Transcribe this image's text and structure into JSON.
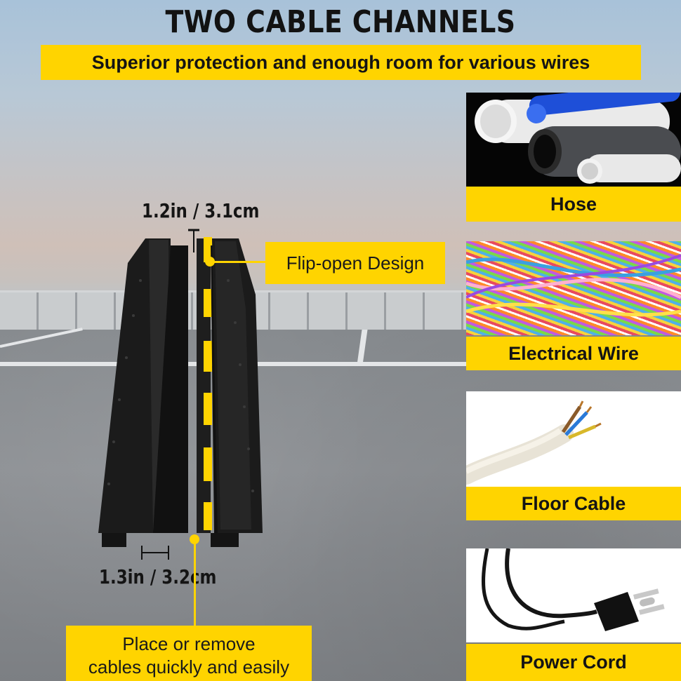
{
  "title": "TWO CABLE CHANNELS",
  "subtitle": "Superior protection and enough room for various wires",
  "dimensions": {
    "top": "1.2in / 3.1cm",
    "bottom": "1.3in / 3.2cm"
  },
  "callouts": {
    "flip_open": "Flip-open Design",
    "place_remove_line1": "Place or remove",
    "place_remove_line2": "cables quickly and easily"
  },
  "cards": [
    {
      "label": "Hose",
      "icon": "pipes-photo"
    },
    {
      "label": "Electrical Wire",
      "icon": "wires-photo"
    },
    {
      "label": "Floor Cable",
      "icon": "floor-cable-photo"
    },
    {
      "label": "Power Cord",
      "icon": "power-cord-photo"
    }
  ],
  "colors": {
    "accent_yellow": "#ffd400",
    "ramp_black": "#1c1c1c"
  }
}
